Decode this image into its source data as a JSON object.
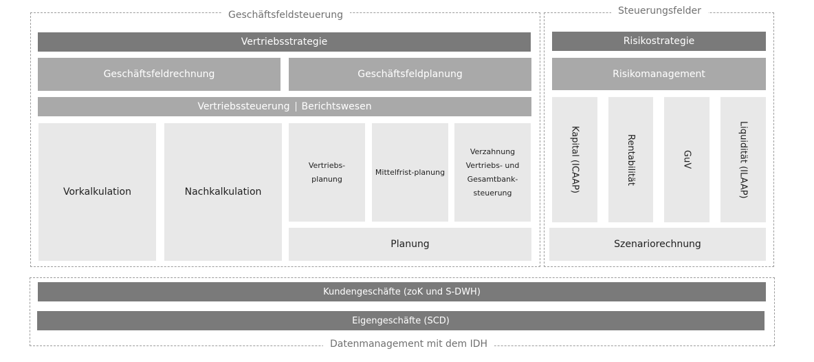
{
  "frames": {
    "business": {
      "title": "Geschäftsfeldsteuerung"
    },
    "control": {
      "title": "Steuerungsfelder"
    },
    "data": {
      "title": "Datenmanagement mit dem IDH"
    }
  },
  "business": {
    "strategy": "Vertriebsstrategie",
    "accounting": "Geschäftsfeldrechnung",
    "planning": "Geschäftsfeldplanung",
    "sales_control": "Vertriebssteuerung",
    "reporting": "Berichtswesen",
    "pre_calc": "Vorkalkulation",
    "post_calc": "Nachkalkulation",
    "sales_planning_1": "Vertriebs-",
    "sales_planning_2": "planung",
    "midterm_planning": "Mittelfrist-planung",
    "interlink_1": "Verzahnung",
    "interlink_2": "Vertriebs- und",
    "interlink_3": "Gesamtbank-",
    "interlink_4": "steuerung",
    "planning_total": "Planung"
  },
  "control": {
    "risk_strategy": "Risikostrategie",
    "risk_management": "Risikomanagement",
    "capital": "Kapital (ICAAP)",
    "profitability": "Rentabilität",
    "pnl": "GuV",
    "liquidity": "Liquidität (ILAAP)",
    "scenario": "Szenariorechnung"
  },
  "data_layer": {
    "customer_business": "Kundengeschäfte (zoK und S-DWH)",
    "own_business": "Eigengeschäfte (SCD)"
  },
  "colors": {
    "dark_bar": "#7a7a7a",
    "mid_bar": "#a9a9a9",
    "light_box": "#e8e8e8",
    "frame_border": "#9a9a9a"
  }
}
